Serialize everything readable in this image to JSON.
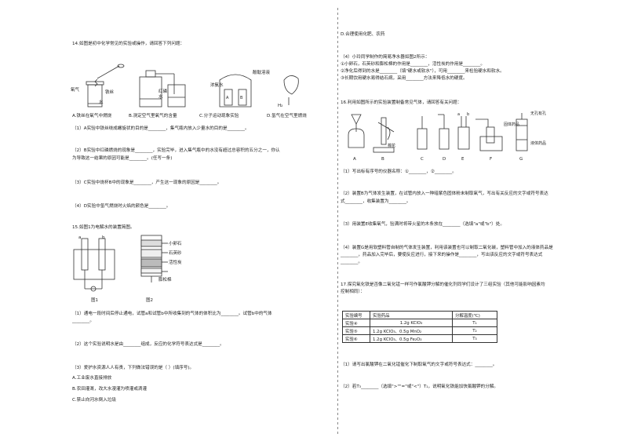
{
  "left": {
    "q14_title": "14.如图是初中化学常见的实验或操作，请回答下列问题：",
    "q14_labels": {
      "oxygen": "氧气",
      "iron_wire": "铁丝",
      "water": "水",
      "red_phosphorus": "红磷",
      "conc_ammonia": "浓氨水",
      "phenol": "酚酞溶液",
      "h2": "H₂",
      "a": "A",
      "b": "B"
    },
    "q14_captions": [
      "A.铁丝在氧气中燃烧",
      "B.测定空气里氧气的含量",
      "C.分子运动现象实验",
      "D.氢气在空气里燃烧"
    ],
    "q14_lines": [
      "（1）A实验中铁丝绕成螺旋状的目的是________，集气瓶内放入少量水的目的是________。",
      "（2）B实验中红磷燃烧的现象是________，实验完毕，进入集气瓶中的水没有超过总容积的五分之一，你认",
      "为导致这一结果的原因可能是________。(任写一条)",
      "（3）C实验中烧杯B中的现象是________，产生这一现象的原因是________。",
      "（4）D实验中氢气燃烧时火焰的颜色是________。"
    ],
    "q15_title": "15.如图1为电解水的装置简图。",
    "q15_labels": {
      "a": "a",
      "b": "b",
      "pebble": "小卵石",
      "sand": "石英砂",
      "carbon": "活性炭",
      "cotton": "膨松棉",
      "fig1": "图1",
      "fig2": "图2"
    },
    "q15_lines": [
      "（1）通电一段时间后停止通电，试管a和试管b中所收集到的气体的体积比为________。试管b中的气体",
      "________。",
      "（2）这个实验说明水是由________组成，反应的化学符号表达式是________。",
      "（3）爱护水资源人人有责，下列做法错误的是（  ）(填序号)。",
      "A.工业废水直接排放",
      "B.农田灌溉，改大水漫灌为喷灌或滴灌",
      "C.禁止向河水倒入垃圾"
    ]
  },
  "right": {
    "opt_d": "D.合理使用化肥、农药",
    "q4_lines": [
      "（4）小玲同学制作的简易净水器如图2所示：",
      "①小卵石，石英砂和膨松棉的作用是________，活性炭的作用是________。",
      "②净化后得到的水是________（填\"硬水或软水\"），可用________来检验硬水和软水。",
      "③长期饮用硬水易得结石病，采用________方法来降低水的硬度。"
    ],
    "q16_title": "16.利用如图所示的实验装置制备常见气体，请回答有关问题：",
    "q16_labels": {
      "cotton": "棉花",
      "solid": "固体药品",
      "no_porous": "无孔有孔",
      "liquid": "液体药品",
      "a": "a",
      "b": "b",
      "letters": [
        "A",
        "B",
        "C",
        "D",
        "E",
        "F",
        "G"
      ]
    },
    "q16_lines": [
      "（1）写出标有序号的仪器名称：①________，②________。",
      "（2）装置B为气体发生装置，在试管内放入一种暗紫色固体粉末制取氧气，写出有关反应的文字或符号表达",
      "式________，收集装置为________。",
      "（3）用装置E收集氧气，验满时将带火星的木条放在________（选填\"a\"或\"b\"）处。",
      "（4）装置G是用软塑料管自制的气体发生装置，利用该装置也可以制取二氧化碳，塑料管中加入的液体药品是",
      "________，药品加入完毕后，要使反应进行，接下来的操作是________，写出该反应的文字或符号表达式",
      "________。"
    ],
    "q17_title": "17.探究氧化铁是否像二氧化锰一样可作氯酸钾分解的催化剂同学们设计了三组实验（其他可能影响因素均",
    "q17_title2": "控制相同）：",
    "table": {
      "headers": [
        "实验编号",
        "实验药品",
        "分解温度(℃)"
      ],
      "rows": [
        [
          "实验④",
          "1.2g KClO₃",
          "T₁"
        ],
        [
          "实验⑤",
          "1.2g KClO₃、0.5g MnO₂",
          "T₂"
        ],
        [
          "实验⑥",
          "1.2g KClO₃、0.5g Fe₂O₃",
          "T₃"
        ]
      ]
    },
    "q17_lines": [
      "（1）请写出氯酸钾在二氧化锰催化下制取氧气的文字或符号表达式：________。",
      "（2）若T₃________（选填\">\"\"=\"或\"<\"）T₁，说明氧化铁能加快氯酸钾的分解。"
    ]
  }
}
